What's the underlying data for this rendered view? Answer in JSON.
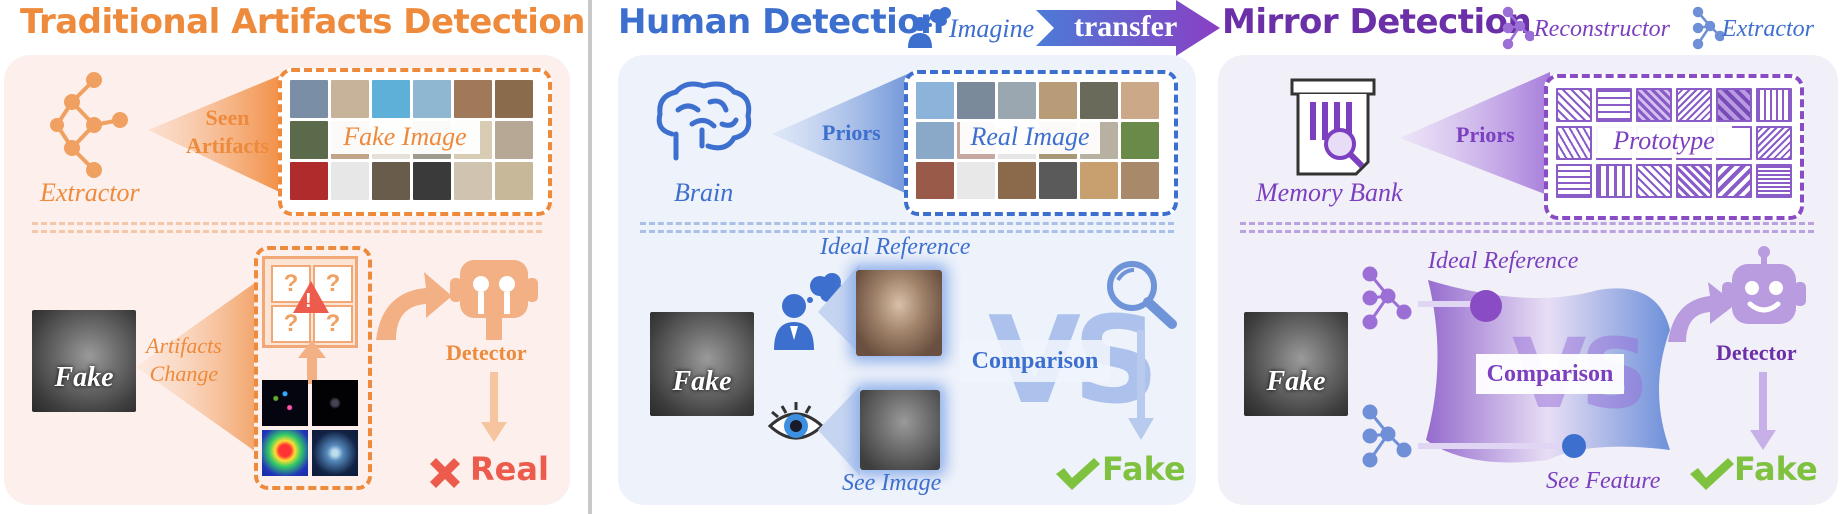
{
  "headers": {
    "traditional": "Traditional Artifacts Detection",
    "human": "Human Detection",
    "imagine": "Imagine",
    "transfer": "transfer",
    "mirror": "Mirror Detection",
    "reconstructor": "Reconstructor",
    "extractor": "Extractor"
  },
  "traditional": {
    "extractor_label": "Extractor",
    "seen_artifacts_line1": "Seen",
    "seen_artifacts_line2": "Artifacts",
    "fake_image_label": "Fake Image",
    "fake_label": "Fake",
    "artifacts_change_line1": "Artifacts",
    "artifacts_change_line2": "Change",
    "question_mark": "?",
    "warning_mark": "!",
    "detector_label": "Detector",
    "result_label": "Real"
  },
  "human": {
    "brain_label": "Brain",
    "priors_label": "Priors",
    "real_image_label": "Real Image",
    "ideal_reference_label": "Ideal Reference",
    "fake_label": "Fake",
    "vs_label": "VS",
    "comparison_label": "Comparison",
    "see_image_label": "See Image",
    "result_label": "Fake"
  },
  "mirror": {
    "memory_bank_label": "Memory Bank",
    "priors_label": "Priors",
    "prototype_label": "Prototype",
    "ideal_reference_label": "Ideal Reference",
    "fake_label": "Fake",
    "vs_label": "VS",
    "comparison_label": "Comparison",
    "see_feature_label": "See Feature",
    "detector_label": "Detector",
    "result_label": "Fake"
  },
  "colors": {
    "orange": "#ee8a3c",
    "orange_panel": "#fdf0ec",
    "blue": "#3d6fcf",
    "blue_panel": "#eef2fa",
    "purple": "#7b3fbf",
    "purple_panel": "#f1eff8",
    "green": "#7ec23f",
    "red": "#ec5b4b"
  }
}
